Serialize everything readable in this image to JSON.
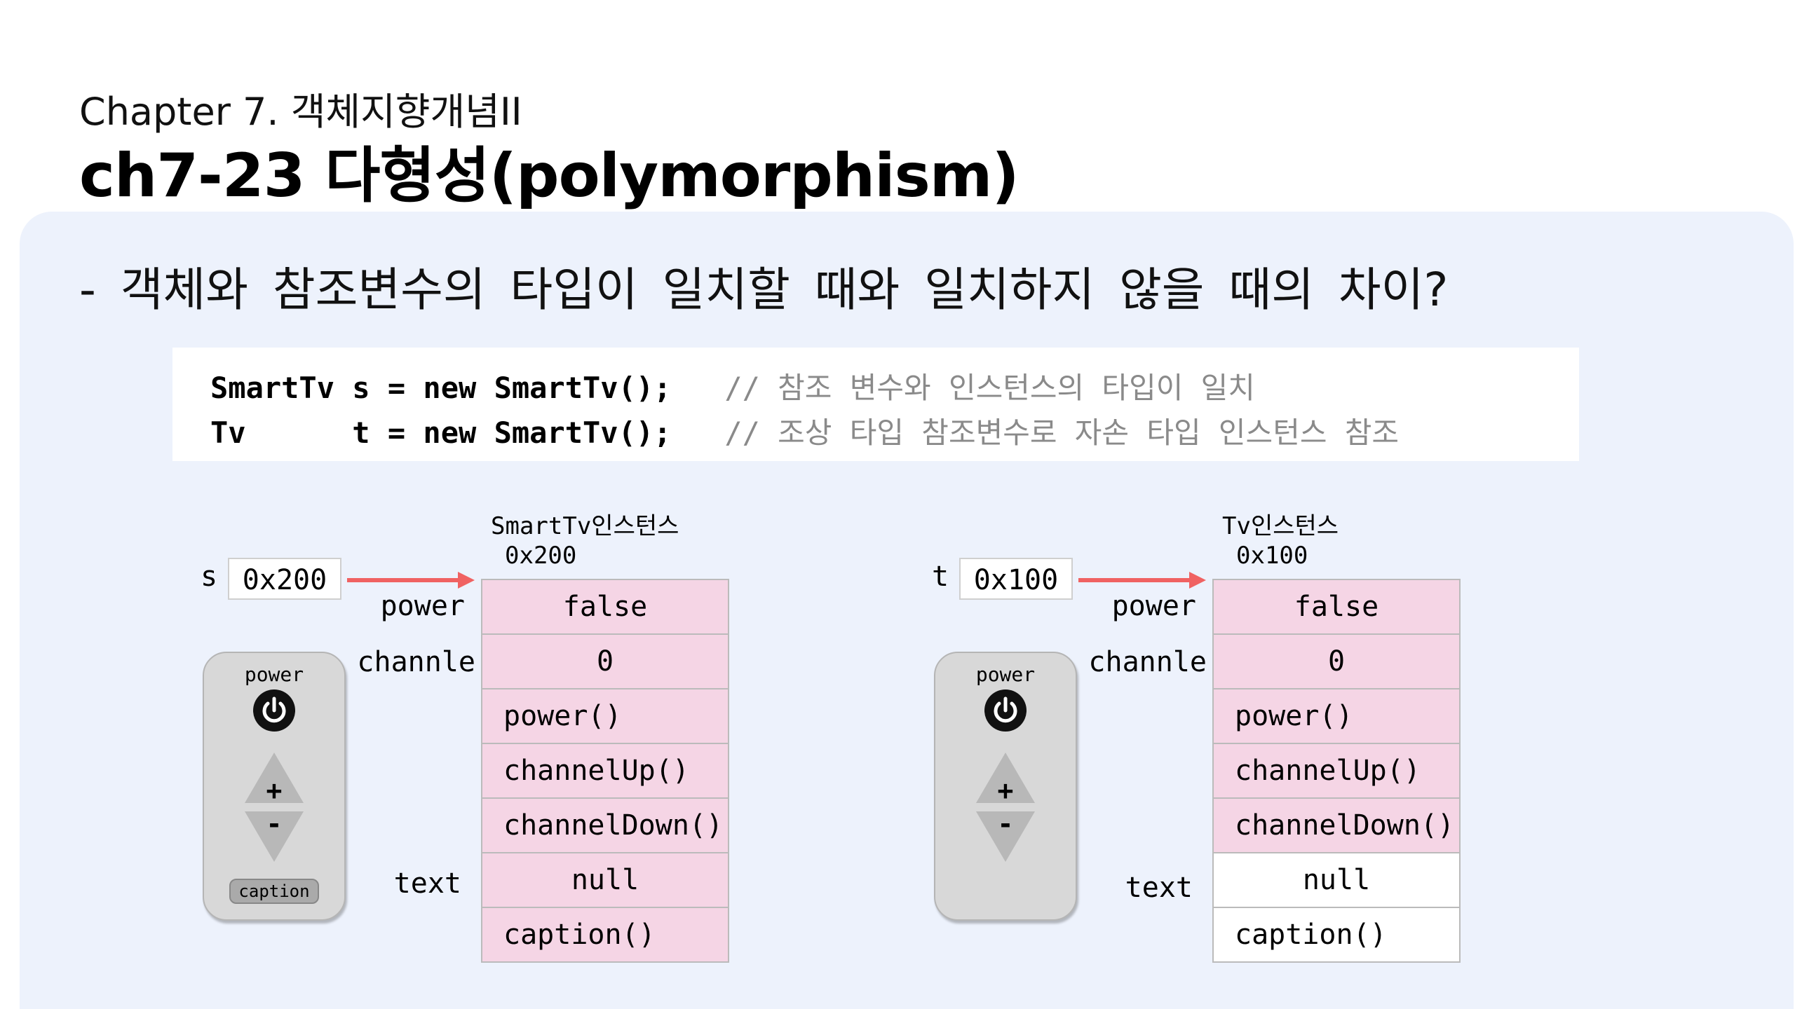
{
  "header": {
    "chapter": "Chapter 7. 객체지향개념II",
    "title": "ch7-23 다형성(polymorphism)"
  },
  "question": "- 객체와 참조변수의 타입이 일치할 때와 일치하지 않을 때의 차이?",
  "code": {
    "line1": {
      "code": "SmartTv s = new SmartTv();",
      "comment": "// 참조 변수와 인스턴스의 타입이 일치"
    },
    "line2": {
      "code": "Tv      t = new SmartTv();",
      "comment": "// 조상 타입 참조변수로 자손 타입 인스턴스 참조"
    }
  },
  "diagram_left": {
    "instance_label": "SmartTv인스턴스",
    "address": "0x200",
    "ref_name": "s",
    "ref_value": "0x200",
    "member_labels": {
      "power": "power",
      "channle": "channle",
      "text": "text"
    },
    "cells": [
      "false",
      "0",
      "power()",
      "channelUp()",
      "channelDown()",
      "null",
      "caption()"
    ],
    "remote": {
      "power_label": "power",
      "plus": "+",
      "minus": "-",
      "caption_button": "caption"
    }
  },
  "diagram_right": {
    "instance_label": "Tv인스턴스",
    "address": "0x100",
    "ref_name": "t",
    "ref_value": "0x100",
    "member_labels": {
      "power": "power",
      "channle": "channle",
      "text": "text"
    },
    "cells": [
      "false",
      "0",
      "power()",
      "channelUp()",
      "channelDown()",
      "null",
      "caption()"
    ],
    "remote": {
      "power_label": "power",
      "plus": "+",
      "minus": "-"
    }
  },
  "colors": {
    "panel_bg": "#edf2fc",
    "accessible_cell": "#f5d5e5",
    "inaccessible_cell": "#ffffff",
    "arrow": "#f06262"
  }
}
